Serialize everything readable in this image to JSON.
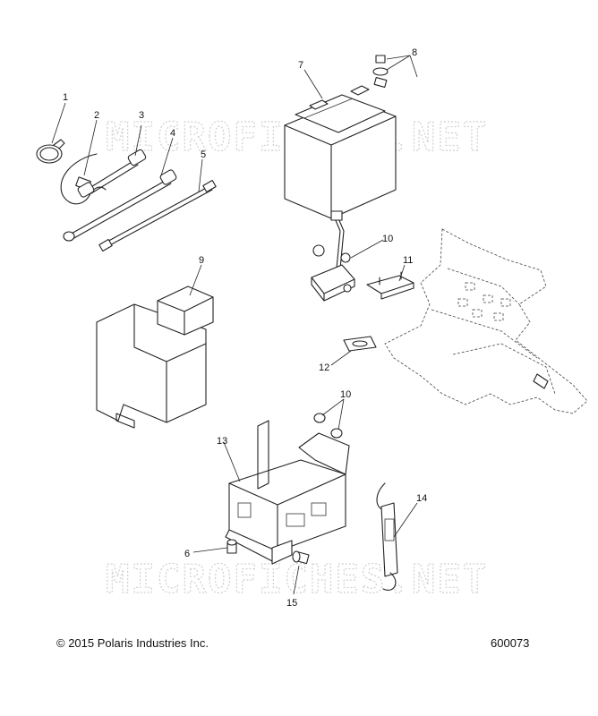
{
  "watermark": "MICROFICHES.NET",
  "callouts": {
    "c1": "1",
    "c2": "2",
    "c3": "3",
    "c4": "4",
    "c5": "5",
    "c6": "6",
    "c7": "7",
    "c8": "8",
    "c9": "9",
    "c10a": "10",
    "c10b": "10",
    "c11": "11",
    "c12": "12",
    "c13": "13",
    "c14": "14",
    "c15": "15"
  },
  "footer": {
    "copyright": "© 2015 Polaris Industries Inc.",
    "diagram_number": "600073"
  }
}
